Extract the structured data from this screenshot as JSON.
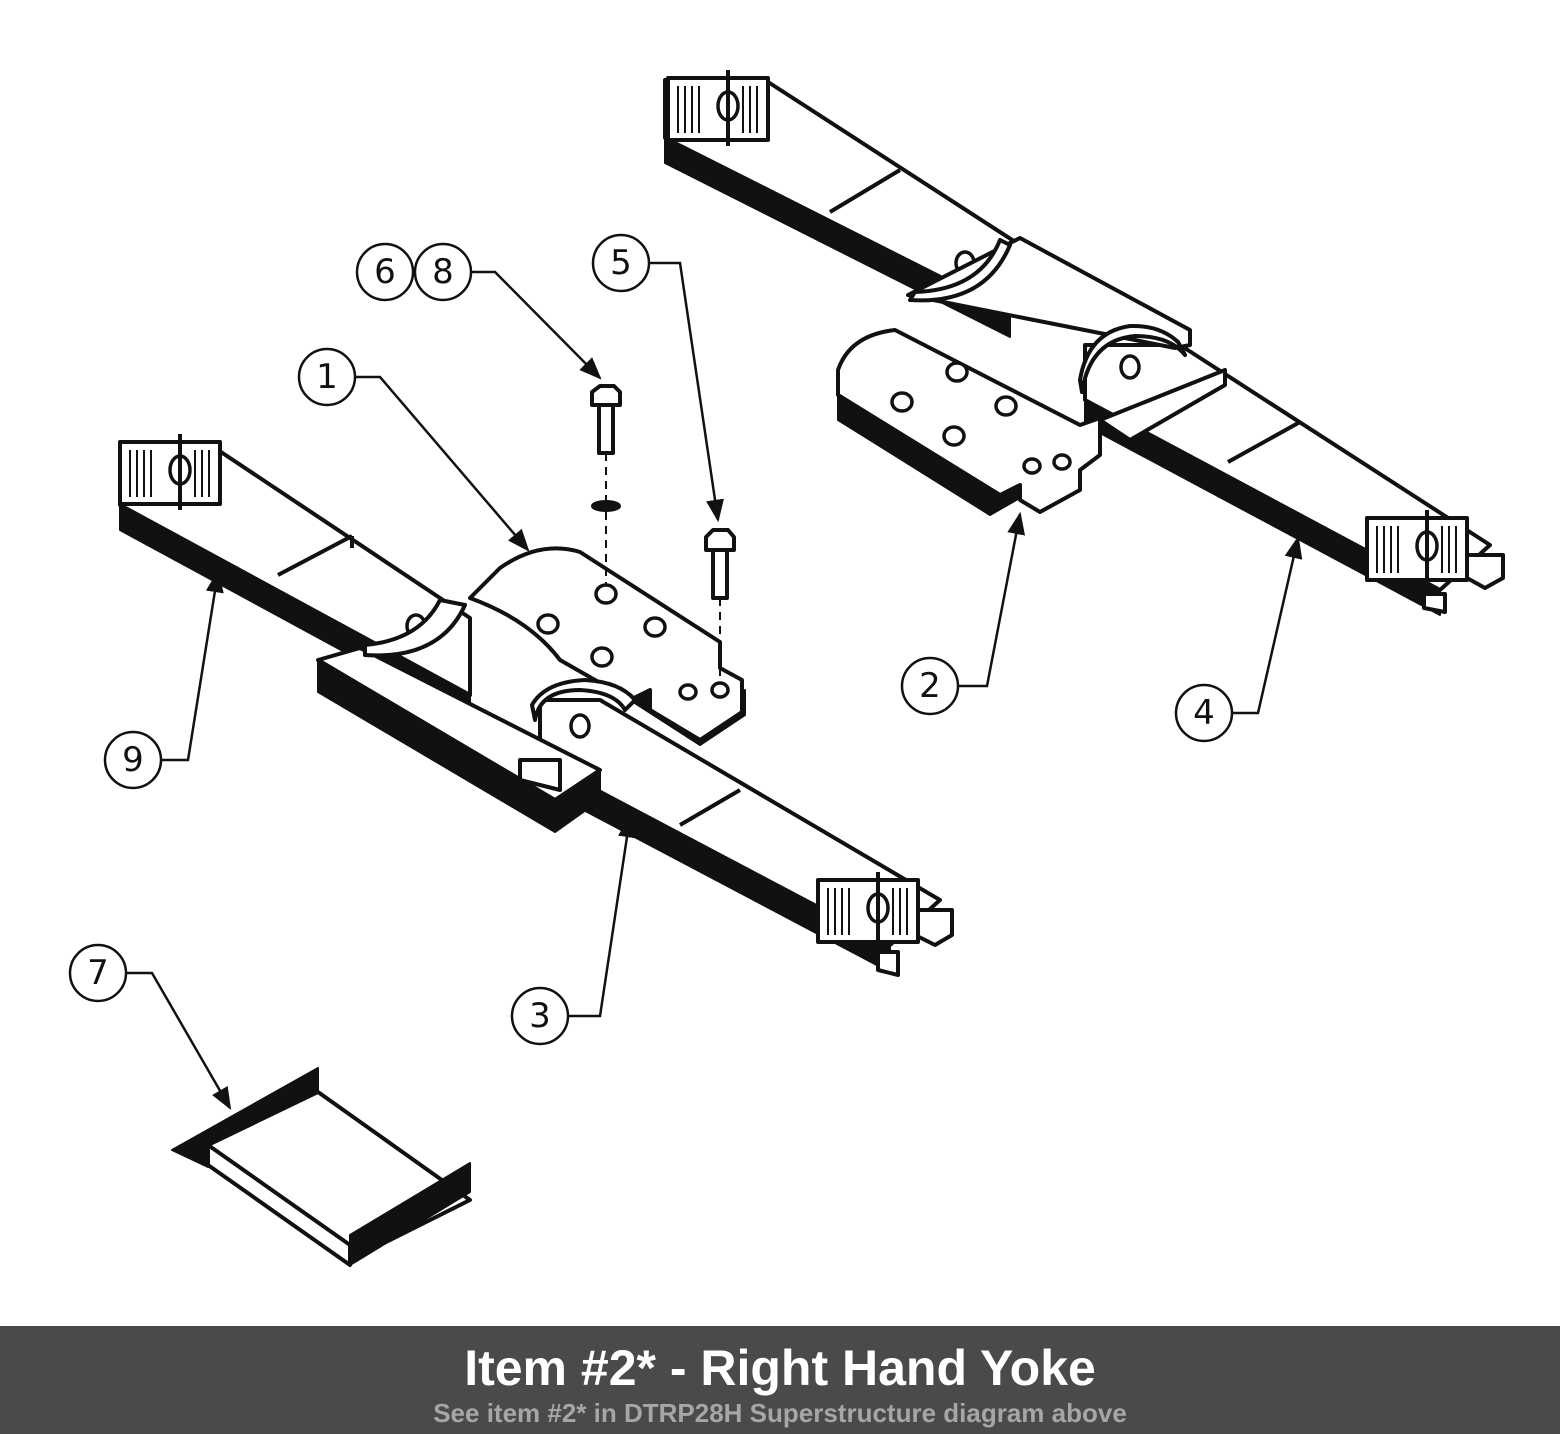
{
  "diagram": {
    "balloons": {
      "b1": "1",
      "b2": "2",
      "b3": "3",
      "b4": "4",
      "b5": "5",
      "b6": "6",
      "b7": "7",
      "b8": "8",
      "b9": "9"
    }
  },
  "footer": {
    "title": "Item #2* - Right Hand Yoke",
    "subtitle": "See item #2* in DTRP28H Superstructure diagram above",
    "background": "#4a4a4a",
    "title_color": "#ffffff",
    "subtitle_color": "#a6a6a6"
  }
}
